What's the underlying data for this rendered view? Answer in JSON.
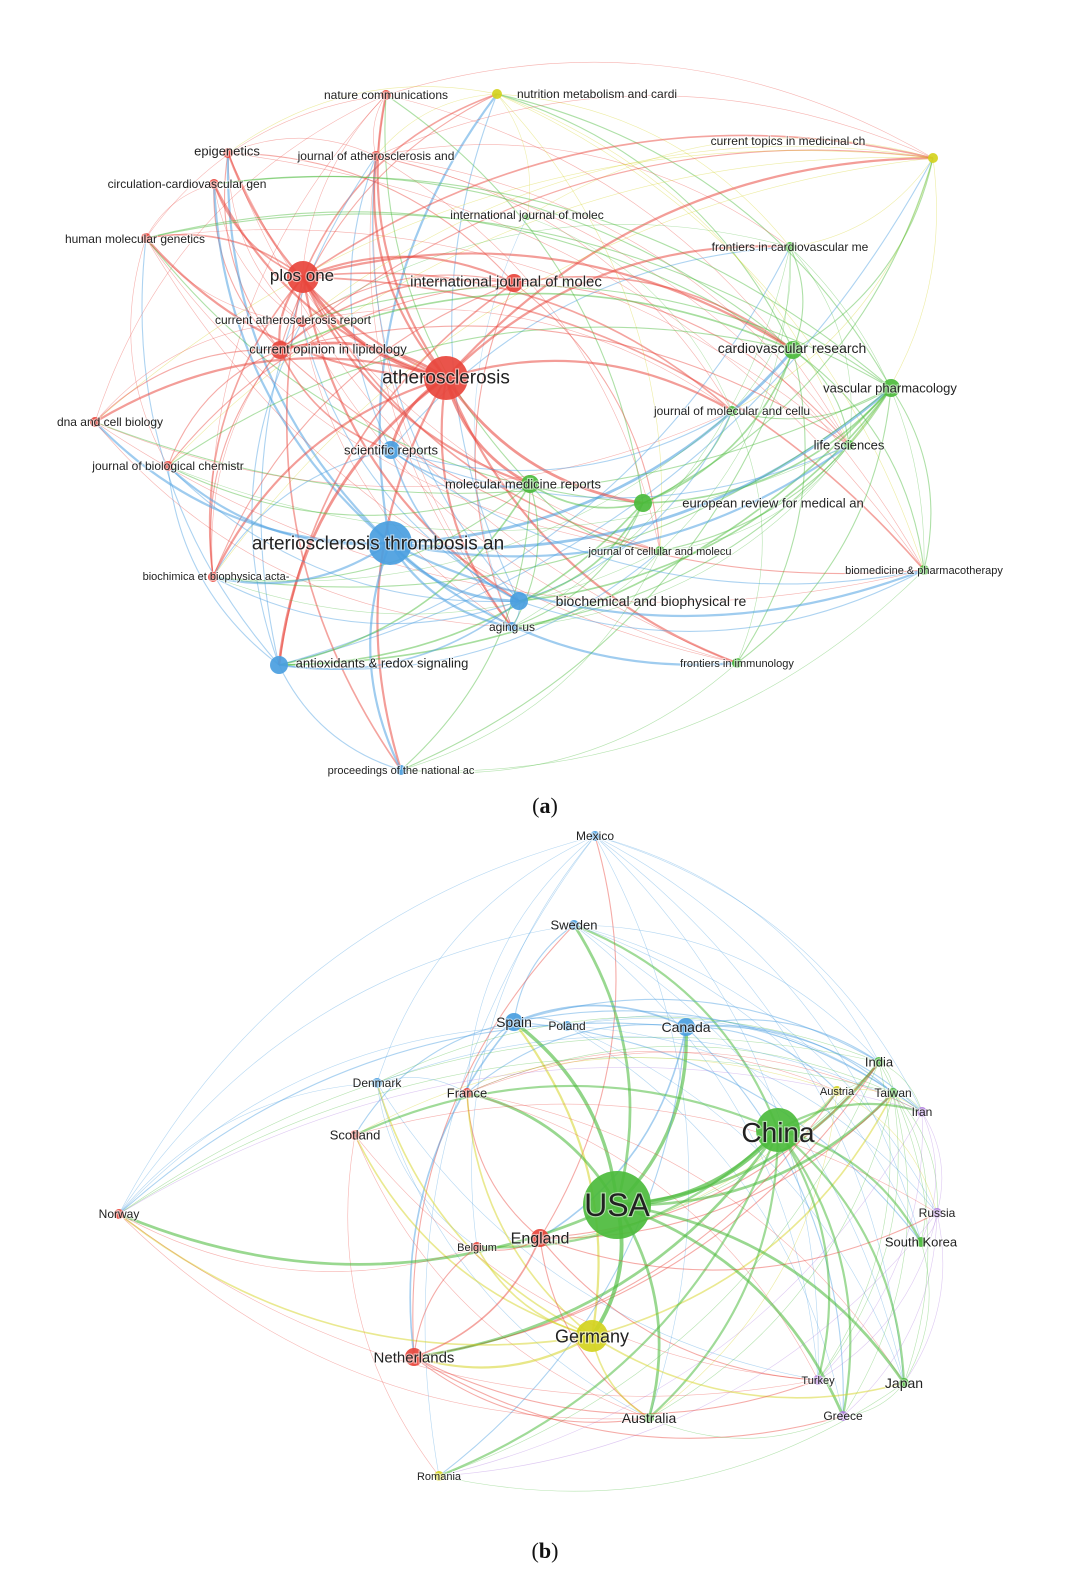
{
  "captions": {
    "a": "a",
    "b": "b"
  },
  "colors": {
    "red": "#e8453c",
    "yellow": "#d4d21e",
    "green": "#4cbb3c",
    "blue": "#4a9ee0",
    "purple": "#b07ce0"
  },
  "network_a": {
    "nodes": [
      {
        "label": "nature communications",
        "cluster": "red",
        "size": 2
      },
      {
        "label": "nutrition metabolism and cardi",
        "cluster": "yellow",
        "size": 2
      },
      {
        "label": "epigenetics",
        "cluster": "red",
        "size": 2
      },
      {
        "label": "journal of atherosclerosis and",
        "cluster": "red",
        "size": 2
      },
      {
        "label": "current topics in medicinal ch",
        "cluster": "yellow",
        "size": 2
      },
      {
        "label": "circulation-cardiovascular gen",
        "cluster": "red",
        "size": 2
      },
      {
        "label": "international journal of molec",
        "cluster": "green",
        "size": 1
      },
      {
        "label": "human molecular genetics",
        "cluster": "red",
        "size": 2
      },
      {
        "label": "frontiers in cardiovascular me",
        "cluster": "green",
        "size": 2
      },
      {
        "label": "plos one",
        "cluster": "red",
        "size": 4
      },
      {
        "label": "international journal of molec",
        "cluster": "red",
        "size": 3
      },
      {
        "label": "current atherosclerosis report",
        "cluster": "red",
        "size": 2
      },
      {
        "label": "cardiovascular research",
        "cluster": "green",
        "size": 3
      },
      {
        "label": "current opinion in lipidology",
        "cluster": "red",
        "size": 3
      },
      {
        "label": "atherosclerosis",
        "cluster": "red",
        "size": 5
      },
      {
        "label": "vascular pharmacology",
        "cluster": "green",
        "size": 3
      },
      {
        "label": "dna and cell biology",
        "cluster": "red",
        "size": 2
      },
      {
        "label": "journal of molecular and cellu",
        "cluster": "green",
        "size": 2
      },
      {
        "label": "life sciences",
        "cluster": "green",
        "size": 2
      },
      {
        "label": "scientific reports",
        "cluster": "blue",
        "size": 3
      },
      {
        "label": "journal of biological chemistr",
        "cluster": "red",
        "size": 2
      },
      {
        "label": "molecular medicine reports",
        "cluster": "green",
        "size": 3
      },
      {
        "label": "european review for medical an",
        "cluster": "green",
        "size": 3
      },
      {
        "label": "arteriosclerosis thrombosis an",
        "cluster": "blue",
        "size": 5
      },
      {
        "label": "journal of cellular and molecu",
        "cluster": "green",
        "size": 2
      },
      {
        "label": "biochimica et biophysica acta-",
        "cluster": "red",
        "size": 2
      },
      {
        "label": "biomedicine & pharmacotherapy",
        "cluster": "green",
        "size": 2
      },
      {
        "label": "biochemical and biophysical re",
        "cluster": "blue",
        "size": 3
      },
      {
        "label": "aging-us",
        "cluster": "blue",
        "size": 2
      },
      {
        "label": "antioxidants & redox signaling",
        "cluster": "blue",
        "size": 3
      },
      {
        "label": "frontiers in immunology",
        "cluster": "green",
        "size": 2
      },
      {
        "label": "proceedings of the national ac",
        "cluster": "blue",
        "size": 2
      }
    ]
  },
  "network_b": {
    "nodes": [
      {
        "label": "Mexico",
        "cluster": "blue",
        "size": 2
      },
      {
        "label": "Sweden",
        "cluster": "blue",
        "size": 2
      },
      {
        "label": "Spain",
        "cluster": "blue",
        "size": 3
      },
      {
        "label": "Poland",
        "cluster": "blue",
        "size": 2
      },
      {
        "label": "Canada",
        "cluster": "blue",
        "size": 3
      },
      {
        "label": "India",
        "cluster": "green",
        "size": 2
      },
      {
        "label": "Taiwan",
        "cluster": "green",
        "size": 2
      },
      {
        "label": "Denmark",
        "cluster": "blue",
        "size": 2
      },
      {
        "label": "France",
        "cluster": "red",
        "size": 2
      },
      {
        "label": "Austria",
        "cluster": "yellow",
        "size": 2
      },
      {
        "label": "Iran",
        "cluster": "purple",
        "size": 2
      },
      {
        "label": "Scotland",
        "cluster": "red",
        "size": 2
      },
      {
        "label": "China",
        "cluster": "green",
        "size": 5
      },
      {
        "label": "Norway",
        "cluster": "red",
        "size": 2
      },
      {
        "label": "USA",
        "cluster": "green",
        "size": 6
      },
      {
        "label": "Russia",
        "cluster": "purple",
        "size": 2
      },
      {
        "label": "England",
        "cluster": "red",
        "size": 3
      },
      {
        "label": "Belgium",
        "cluster": "red",
        "size": 2
      },
      {
        "label": "South Korea",
        "cluster": "green",
        "size": 2
      },
      {
        "label": "Germany",
        "cluster": "yellow",
        "size": 4
      },
      {
        "label": "Netherlands",
        "cluster": "red",
        "size": 3
      },
      {
        "label": "Turkey",
        "cluster": "purple",
        "size": 2
      },
      {
        "label": "Japan",
        "cluster": "green",
        "size": 2
      },
      {
        "label": "Australia",
        "cluster": "green",
        "size": 2
      },
      {
        "label": "Greece",
        "cluster": "purple",
        "size": 2
      },
      {
        "label": "Romania",
        "cluster": "yellow",
        "size": 2
      }
    ]
  }
}
